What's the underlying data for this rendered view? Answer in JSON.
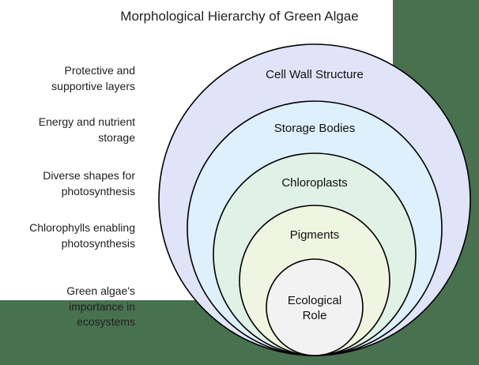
{
  "title": "Morphological Hierarchy of Green Algae",
  "colors": {
    "page_background": "#48714f",
    "panel_background": "#ffffff",
    "ring_stroke": "#000000",
    "text": "#212121"
  },
  "diagram": {
    "type": "onion-hierarchy",
    "rings": [
      {
        "label": "Cell Wall Structure",
        "color": "#dfe4f8",
        "description_lines": [
          "Protective and",
          "supportive layers"
        ]
      },
      {
        "label": "Storage Bodies",
        "color": "#ddf0fb",
        "description_lines": [
          "Energy and nutrient",
          "storage"
        ]
      },
      {
        "label": "Chloroplasts",
        "color": "#e0f1e6",
        "description_lines": [
          "Diverse shapes for",
          "photosynthesis"
        ]
      },
      {
        "label": "Pigments",
        "color": "#eff5e0",
        "description_lines": [
          "Chlorophylls enabling",
          "photosynthesis"
        ]
      },
      {
        "label": "Ecological Role",
        "label_lines": [
          "Ecological",
          "Role"
        ],
        "color": "#f2f2f3",
        "description_lines": [
          "Green algae's",
          "importance in",
          "ecosystems"
        ]
      }
    ]
  }
}
